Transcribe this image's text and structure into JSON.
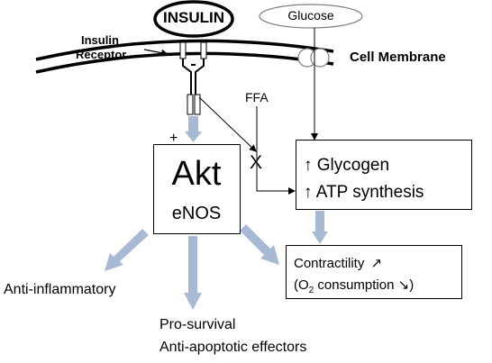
{
  "labels": {
    "insulin": "INSULIN",
    "glucose": "Glucose",
    "insulin_receptor_line1": "Insulin",
    "insulin_receptor_line2": "Receptor",
    "cell_membrane": "Cell Membrane",
    "ffa": "FFA",
    "inhibit_mark": "X",
    "plus_mark": "+",
    "akt": "Akt",
    "enos": "eNOS",
    "glycogen_arrow": "↑",
    "glycogen": "Glycogen",
    "atp_arrow": "↑",
    "atp_synthesis": "ATP synthesis",
    "contractility": "Contractility",
    "contractility_arrow": "↗",
    "o2_open": "(O",
    "o2_sub": "2",
    "o2_consumption": " consumption",
    "o2_arrow": "↘",
    "o2_close": ")",
    "anti_inflammatory": "Anti-inflammatory",
    "pro_survival": "Pro-survival",
    "anti_apoptotic": "Anti-apoptotic effectors"
  },
  "colors": {
    "line": "#000000",
    "pathway_arrow": "#a7b9d3",
    "receptor_fill": "#ffffff",
    "glucose_outline": "#7f7f7f"
  }
}
